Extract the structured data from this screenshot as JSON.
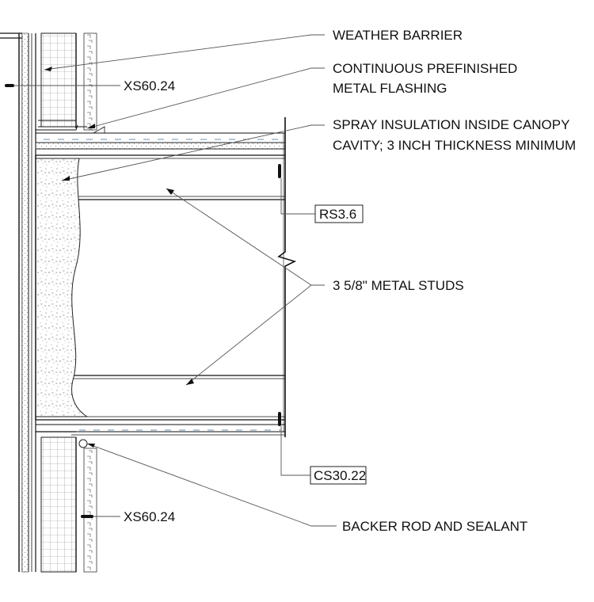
{
  "labels": {
    "weather_barrier": "WEATHER BARRIER",
    "flashing_line1": "CONTINUOUS PREFINISHED",
    "flashing_line2": "METAL FLASHING",
    "spray_line1": "SPRAY INSULATION INSIDE CANOPY",
    "spray_line2": "CAVITY; 3 INCH THICKNESS MINIMUM",
    "studs": "3 5/8\" METAL STUDS",
    "backer_rod": "BACKER ROD AND SEALANT"
  },
  "refs": {
    "xs_upper": "XS60.24",
    "xs_lower": "XS60.24",
    "rs": "RS3.6",
    "cs": "CS30.22"
  }
}
